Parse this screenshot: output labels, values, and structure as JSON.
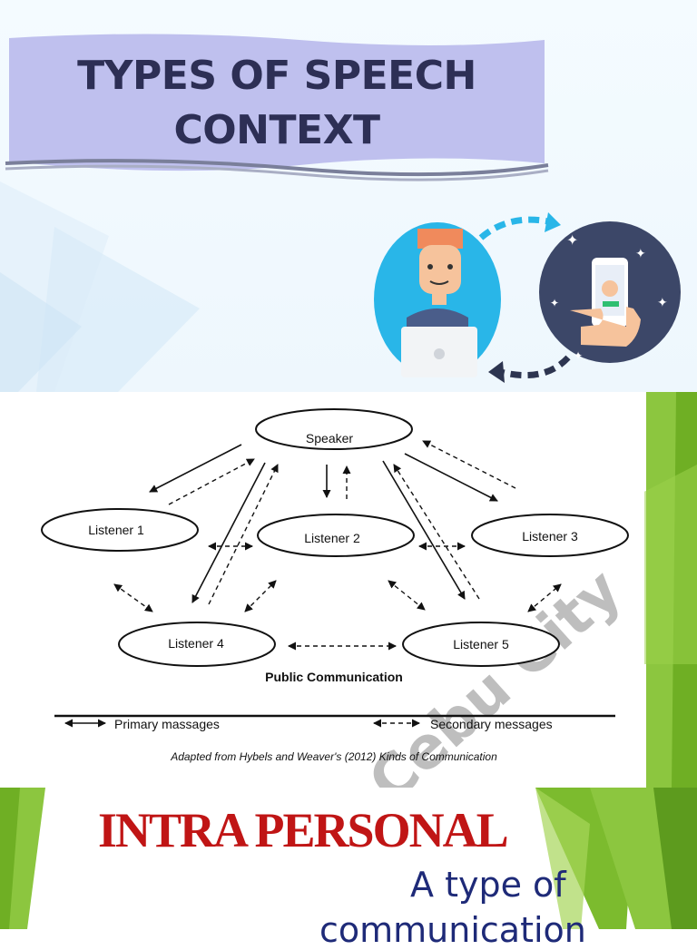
{
  "slide1": {
    "title_line1": "TYPES OF SPEECH",
    "title_line2": "CONTEXT",
    "banner_color": "#bfc0ee",
    "accent_color": "#2d2f55"
  },
  "diagram": {
    "nodes": {
      "speaker": "Speaker",
      "listener1": "Listener 1",
      "listener2": "Listener 2",
      "listener3": "Listener 3",
      "listener4": "Listener 4",
      "listener5": "Listener 5"
    },
    "caption": "Public Communication",
    "legend_primary": "Primary massages",
    "legend_secondary": "Secondary messages",
    "source": "Adapted from Hybels and Weaver's (2012) Kinds of Communication",
    "watermark": "Cebu City"
  },
  "slide3": {
    "title": "INTRA PERSONAL",
    "subtitle_line1": "A type of",
    "subtitle_line2": "communication",
    "title_color": "#c01515",
    "subtitle_color": "#1e2a78"
  },
  "icons": [
    "person-laptop-icon",
    "phone-hand-icon",
    "exchange-arrows-icon"
  ]
}
